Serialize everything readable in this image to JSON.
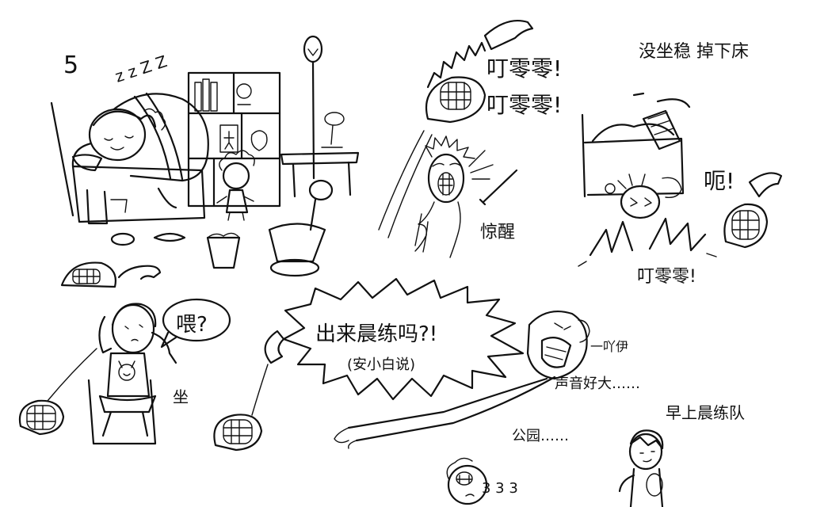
{
  "panel_number": "5",
  "snore": "z z Z Z",
  "ring_1": "叮零零!",
  "ring_2": "叮零零!",
  "ring_3": "叮零零!",
  "caption_top_right": "没坐稳 掉下床",
  "startled": "惊醒",
  "oops": "呃!",
  "hello": "喂?",
  "sit": "坐",
  "speech_main": "出来晨练吗?!",
  "speech_note": "(安小白说)",
  "yi": "一吖伊",
  "loud_voice": "声音好大……",
  "park": "公园……",
  "morning_team": "早上晨练队",
  "stutter": "3 3 3"
}
